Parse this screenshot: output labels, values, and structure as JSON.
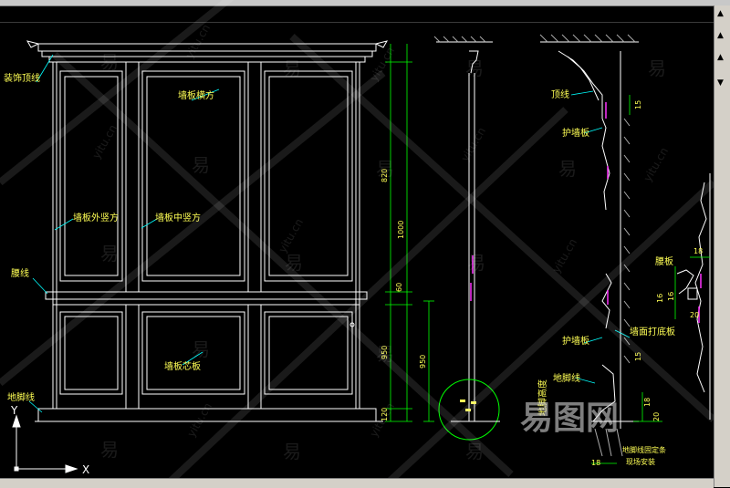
{
  "labels": {
    "crown": "装饰顶线",
    "panel_rail": "墙板横方",
    "outer_stile": "墙板外竖方",
    "mid_stile": "墙板中竖方",
    "waist_line": "腰线",
    "panel_core": "墙板芯板",
    "skirting": "地脚线",
    "detail_top_line": "顶线",
    "detail_wainscot_upper": "护墙板",
    "detail_waist": "腰板",
    "detail_base_board": "墙面打底板",
    "detail_wainscot_lower": "护墙板",
    "detail_skirting": "地脚线",
    "detail_skirting_height": "地脚高度",
    "detail_note_1": "地脚线固定条",
    "detail_note_2": "现场安装"
  },
  "dimensions": {
    "d820": "820",
    "d60": "60",
    "d1000": "1000",
    "d950": "950",
    "d120": "120",
    "d15_top": "15",
    "d18_right": "18",
    "d16_a": "16",
    "d16_b": "16",
    "d20_right": "20",
    "d15_lower": "15",
    "d18_bottom": "18",
    "d20_bottom": "20",
    "d18_foot": "18"
  },
  "axis": {
    "x": "X",
    "y": "Y"
  },
  "watermark": {
    "glyph": "易",
    "url": "yitu.cn",
    "logo": "易图网"
  },
  "colors": {
    "background": "#000000",
    "line": "#ffffff",
    "dimension": "#00ff00",
    "label": "#ffff55",
    "leader": "#00ffff",
    "accent": "#ff33ff"
  }
}
